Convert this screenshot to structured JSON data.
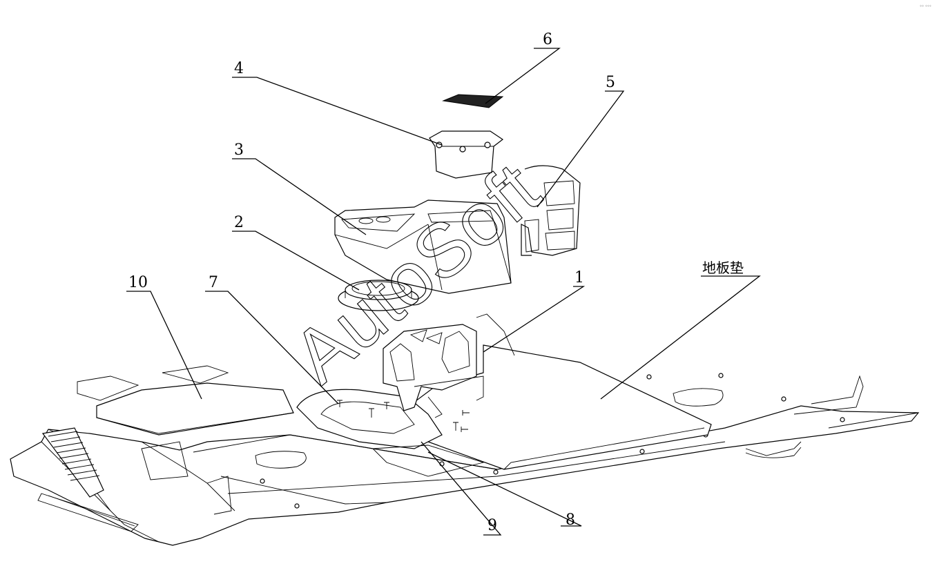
{
  "callouts": [
    {
      "id": "c1",
      "label": "1"
    },
    {
      "id": "c2",
      "label": "2"
    },
    {
      "id": "c3",
      "label": "3"
    },
    {
      "id": "c4",
      "label": "4"
    },
    {
      "id": "c5",
      "label": "5"
    },
    {
      "id": "c6",
      "label": "6"
    },
    {
      "id": "c7",
      "label": "7"
    },
    {
      "id": "c8",
      "label": "8"
    },
    {
      "id": "c9",
      "label": "9"
    },
    {
      "id": "c10",
      "label": "10"
    },
    {
      "id": "floor-mat",
      "label": "地板垫"
    }
  ],
  "watermark": "AutoSoft",
  "corner_mark": "°° °°°"
}
